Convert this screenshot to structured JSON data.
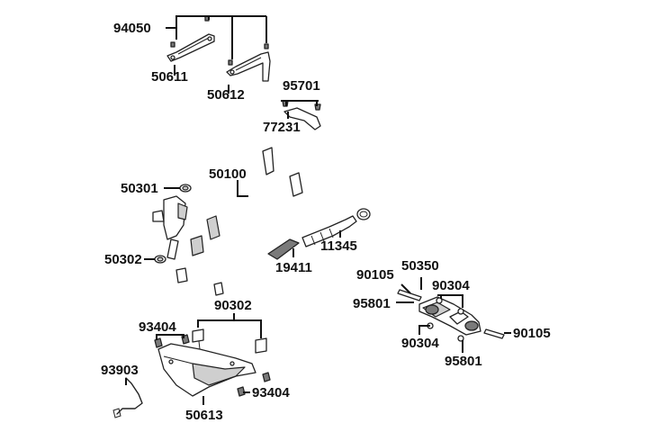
{
  "callouts": [
    {
      "id": "p94050",
      "text": "94050"
    },
    {
      "id": "p50611",
      "text": "50611"
    },
    {
      "id": "p50612",
      "text": "50612"
    },
    {
      "id": "p95701",
      "text": "95701"
    },
    {
      "id": "p77231",
      "text": "77231"
    },
    {
      "id": "p50100",
      "text": "50100"
    },
    {
      "id": "p50301",
      "text": "50301"
    },
    {
      "id": "p11345",
      "text": "11345"
    },
    {
      "id": "p50302",
      "text": "50302"
    },
    {
      "id": "p19411",
      "text": "19411"
    },
    {
      "id": "p90105a",
      "text": "90105"
    },
    {
      "id": "p50350",
      "text": "50350"
    },
    {
      "id": "p90304a",
      "text": "90304"
    },
    {
      "id": "p95801a",
      "text": "95801"
    },
    {
      "id": "p90304b",
      "text": "90304"
    },
    {
      "id": "p90105b",
      "text": "90105"
    },
    {
      "id": "p95801b",
      "text": "95801"
    },
    {
      "id": "p90302",
      "text": "90302"
    },
    {
      "id": "p93404a",
      "text": "93404"
    },
    {
      "id": "p93903",
      "text": "93903"
    },
    {
      "id": "p93404b",
      "text": "93404"
    },
    {
      "id": "p50613",
      "text": "50613"
    }
  ]
}
